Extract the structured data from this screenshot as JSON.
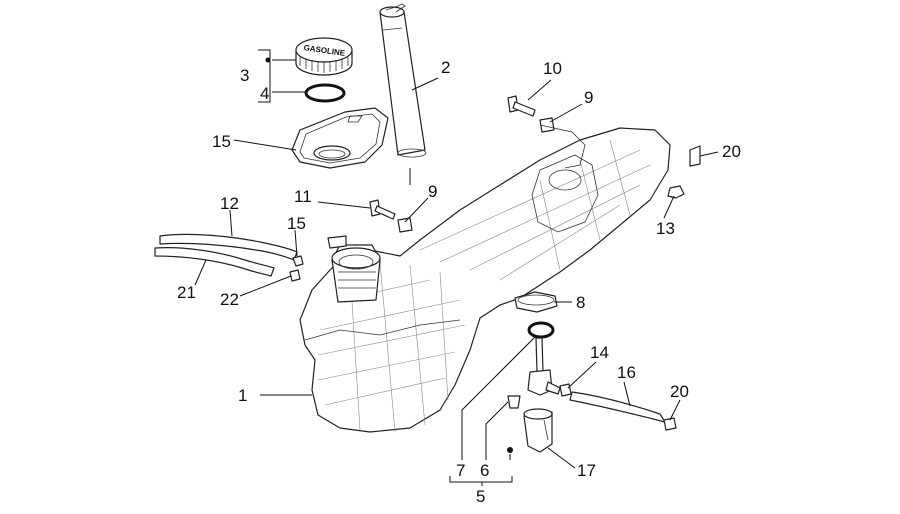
{
  "diagram": {
    "cap_text": "GASOLINE",
    "labels": {
      "l1": "1",
      "l2": "2",
      "l3": "3",
      "l4": "4",
      "l5": "5",
      "l6": "6",
      "l7": "7",
      "l8": "8",
      "l9a": "9",
      "l9b": "9",
      "l10": "10",
      "l11": "11",
      "l12": "12",
      "l13": "13",
      "l14": "14",
      "l15a": "15",
      "l15b": "15",
      "l16": "16",
      "l17": "17",
      "l20a": "20",
      "l20b": "20",
      "l21": "21",
      "l22": "22"
    }
  }
}
